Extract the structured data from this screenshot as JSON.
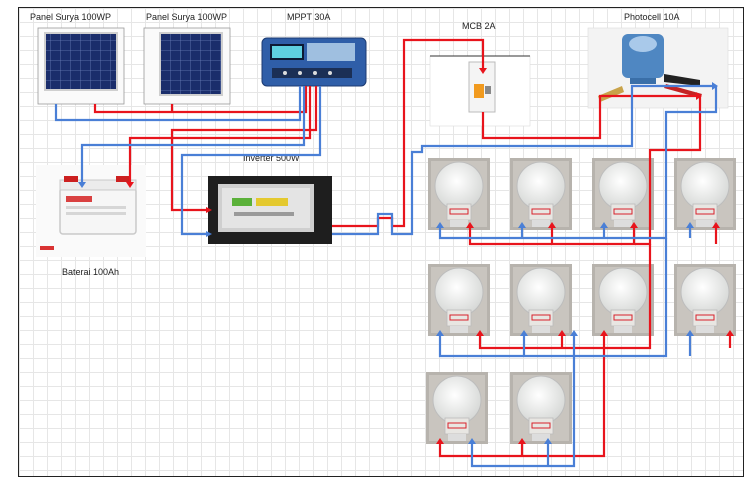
{
  "labels": {
    "panel1": "Panel Surya 100WP",
    "panel2": "Panel Surya 100WP",
    "mppt": "MPPT 30A",
    "mcb": "MCB 2A",
    "photocell": "Photocell 10A",
    "inverter": "Inverter 500W",
    "battery": "Baterai 100Ah"
  },
  "colors": {
    "positive": "#e8141c",
    "negative": "#4a7fd6",
    "grid": "#e6e6e6"
  },
  "icons": [
    "solar-panel-icon",
    "mppt-controller-icon",
    "mcb-breaker-icon",
    "photocell-sensor-icon",
    "battery-icon",
    "inverter-icon",
    "lamp-bulb-icon"
  ]
}
